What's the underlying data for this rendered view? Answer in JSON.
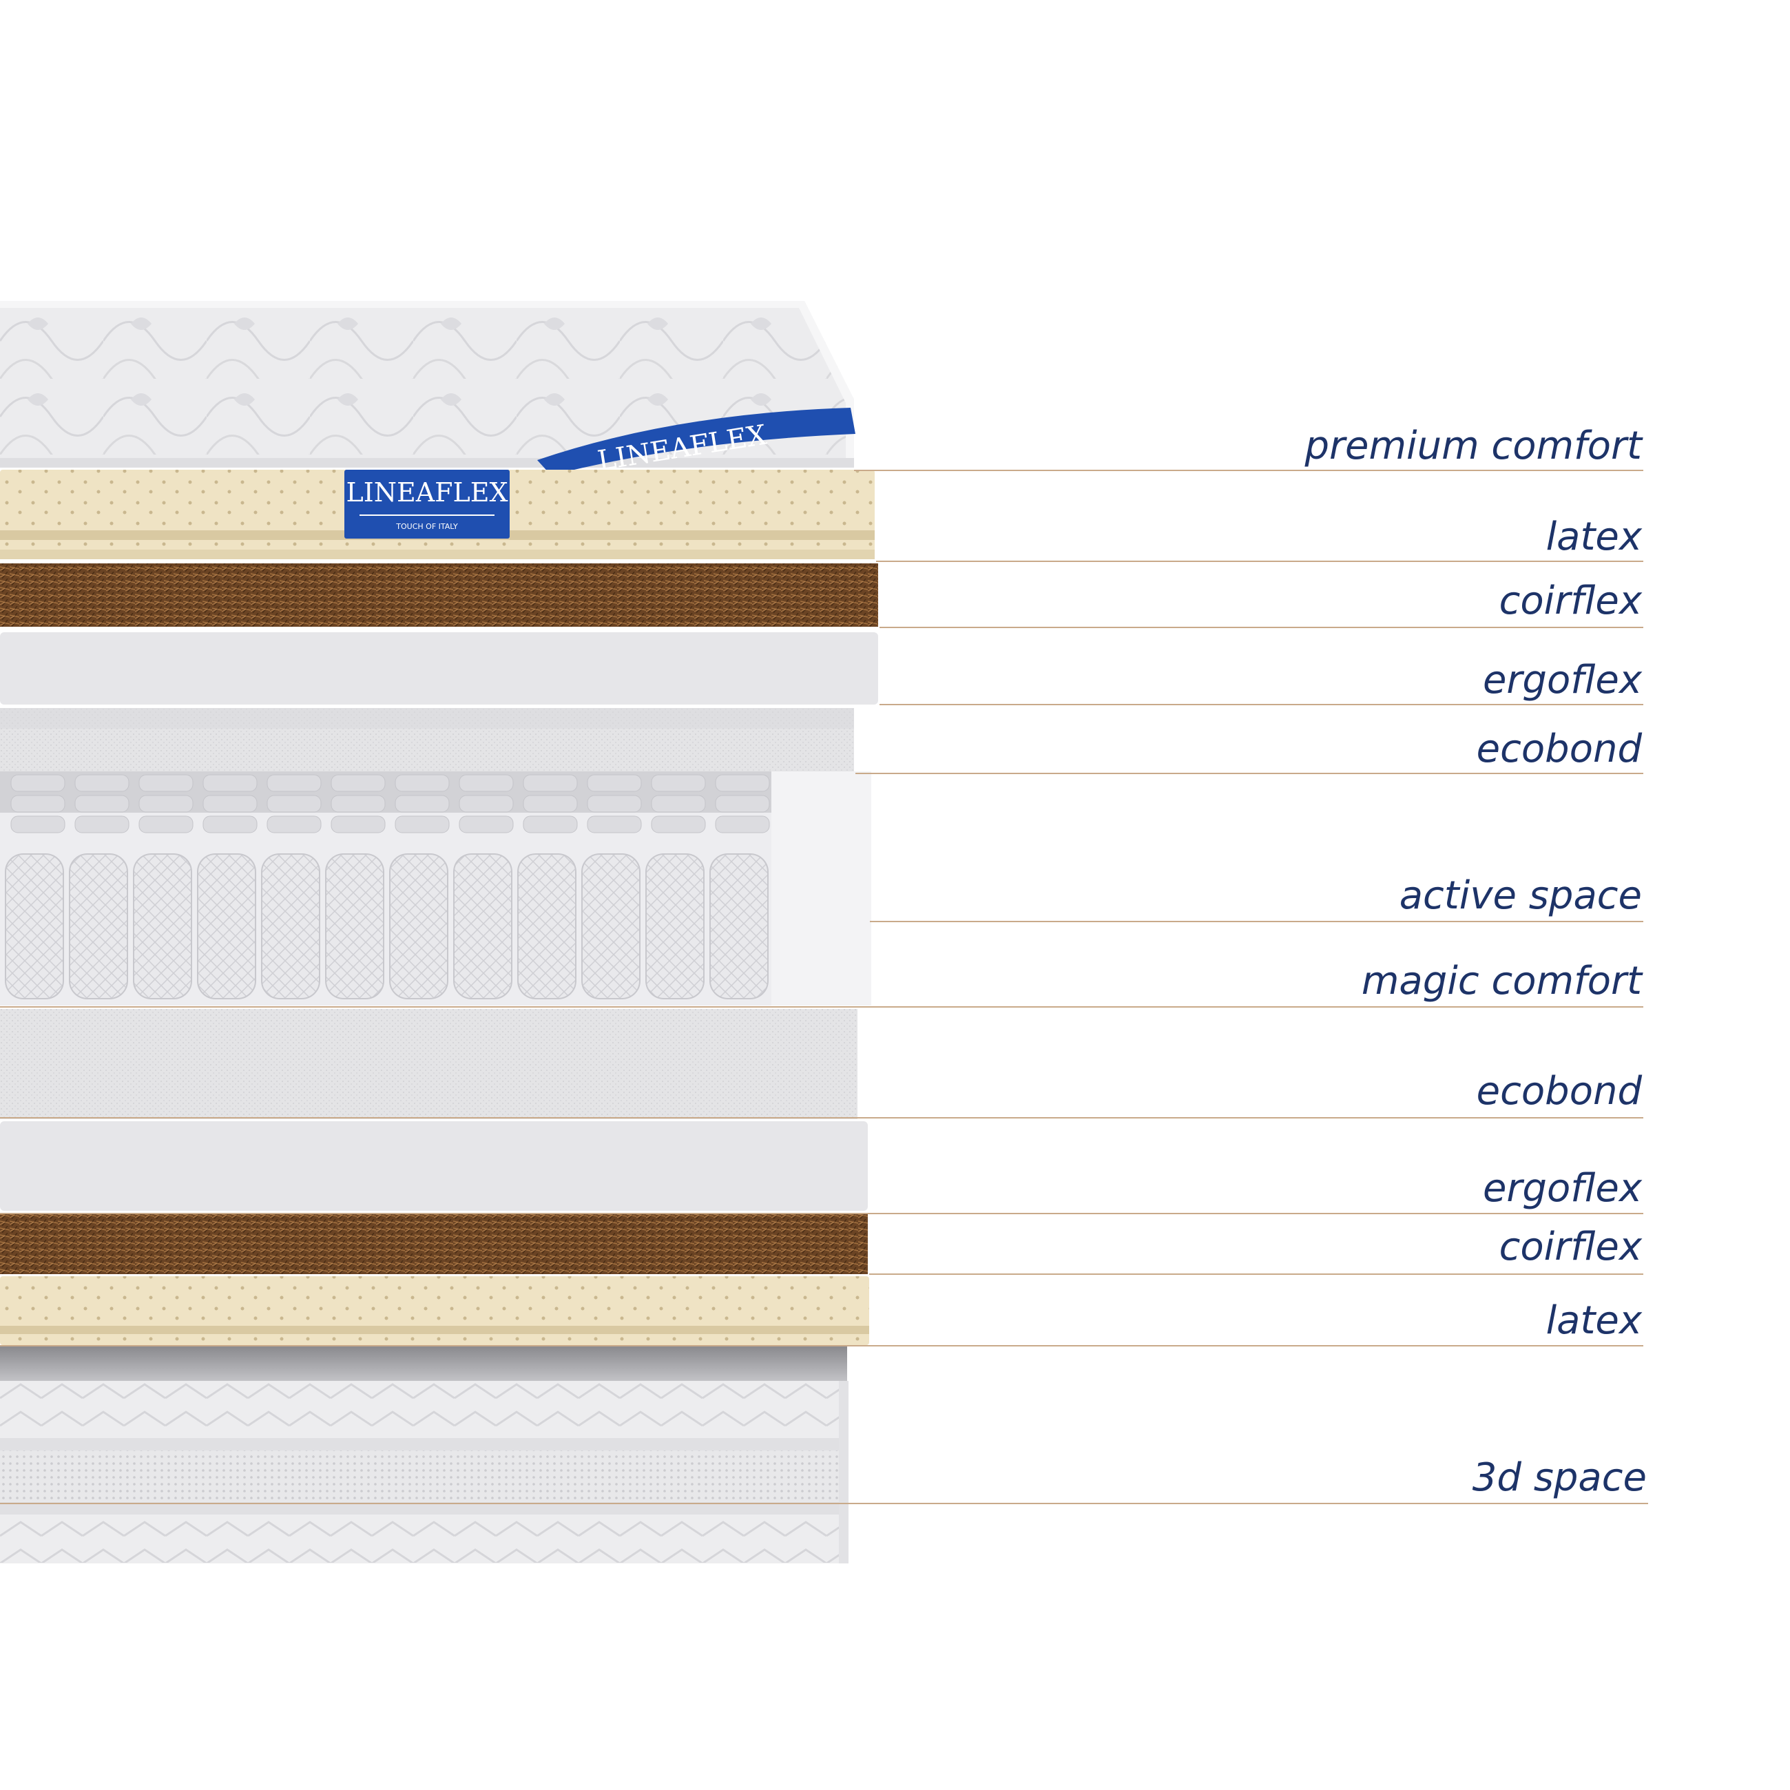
{
  "brand": {
    "logo_text": "LINEAFLEX",
    "tagline": "TOUCH OF ITALY",
    "color": "#1f4fb0"
  },
  "layers": [
    {
      "label": "premium comfort",
      "material": "quilted-cover"
    },
    {
      "label": "latex",
      "material": "latex"
    },
    {
      "label": "coirflex",
      "material": "coir"
    },
    {
      "label": "ergoflex",
      "material": "foam"
    },
    {
      "label": "ecobond",
      "material": "bonded-fiber"
    },
    {
      "label": "active space",
      "material": "pocket-springs"
    },
    {
      "label": "magic comfort",
      "material": "foam-frame"
    },
    {
      "label": "ecobond",
      "material": "bonded-fiber"
    },
    {
      "label": "ergoflex",
      "material": "foam"
    },
    {
      "label": "coirflex",
      "material": "coir"
    },
    {
      "label": "latex",
      "material": "latex"
    },
    {
      "label": "3d space",
      "material": "3d-mesh-border"
    }
  ],
  "colors": {
    "label_text": "#1d3368",
    "leader_line": "#c9aa8a",
    "latex": "#efe3c4",
    "coir": "#6b4424",
    "foam": "#e6e6e9",
    "cover": "#ececee"
  }
}
